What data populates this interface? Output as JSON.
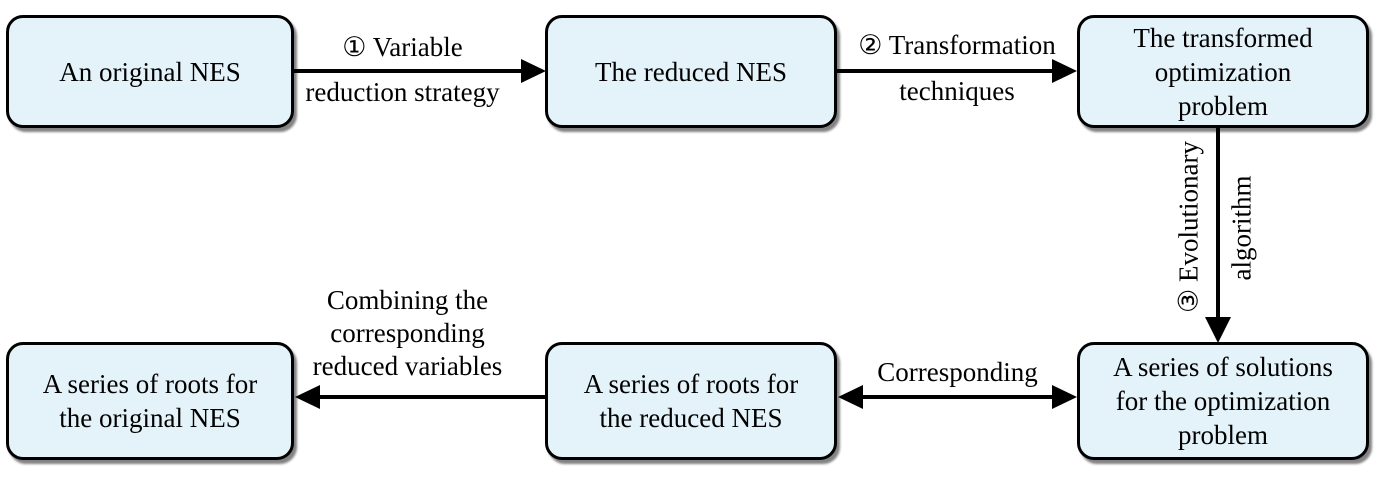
{
  "diagram": {
    "nodes": [
      {
        "id": "original-nes",
        "label": "An original NES"
      },
      {
        "id": "reduced-nes",
        "label": "The reduced NES"
      },
      {
        "id": "transformed-problem",
        "label": "The transformed\noptimization\nproblem"
      },
      {
        "id": "solutions",
        "label": "A series of solutions\nfor the optimization\nproblem"
      },
      {
        "id": "roots-reduced",
        "label": "A series of roots for\nthe reduced NES"
      },
      {
        "id": "roots-original",
        "label": "A series of roots for\nthe original NES"
      }
    ],
    "edges": [
      {
        "id": "variable-reduction",
        "label_top": "① Variable",
        "label_bottom": "reduction strategy",
        "direction": "right"
      },
      {
        "id": "transformation",
        "label_top": "② Transformation",
        "label_bottom": "techniques",
        "direction": "right"
      },
      {
        "id": "evolutionary",
        "label_line1": "③ Evolutionary",
        "label_line2": "algorithm",
        "direction": "down"
      },
      {
        "id": "corresponding",
        "label": "Corresponding",
        "direction": "both"
      },
      {
        "id": "combining",
        "label": "Combining the\ncorresponding\nreduced variables",
        "direction": "left"
      }
    ],
    "colors": {
      "node_fill": "#e4f2f9",
      "node_border": "#000000",
      "arrow": "#000000",
      "background": "#ffffff"
    }
  }
}
